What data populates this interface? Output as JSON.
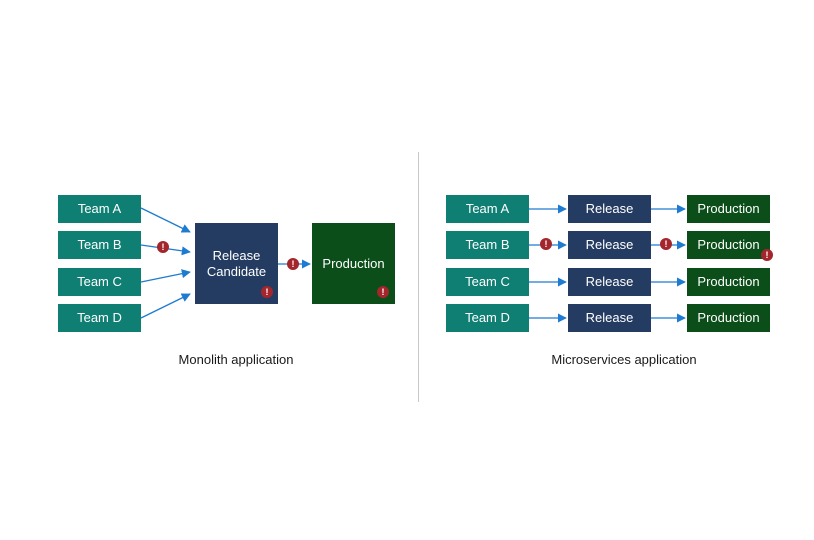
{
  "monolith": {
    "teams": [
      "Team A",
      "Team B",
      "Team C",
      "Team D"
    ],
    "release_candidate": "Release\nCandidate",
    "production": "Production",
    "caption": "Monolith application"
  },
  "microservices": {
    "rows": [
      {
        "team": "Team A",
        "release": "Release",
        "production": "Production"
      },
      {
        "team": "Team B",
        "release": "Release",
        "production": "Production"
      },
      {
        "team": "Team C",
        "release": "Release",
        "production": "Production"
      },
      {
        "team": "Team D",
        "release": "Release",
        "production": "Production"
      }
    ],
    "caption": "Microservices application"
  },
  "error_mark": "!",
  "colors": {
    "team": "#0f7e73",
    "release": "#253c62",
    "production": "#0b4e19",
    "arrow": "#1d7bd1",
    "error": "#a4262c"
  }
}
